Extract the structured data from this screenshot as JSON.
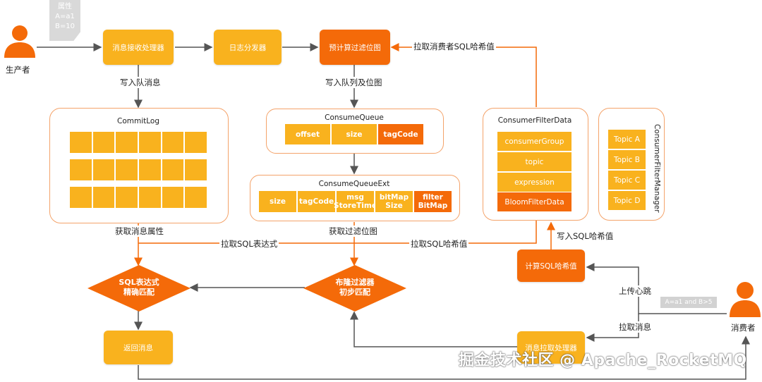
{
  "doc_note": {
    "line1": "属性",
    "line2": "A=a1",
    "line3": "B=10"
  },
  "producer": {
    "label": "生产者"
  },
  "consumer": {
    "label": "消费者"
  },
  "boxes": {
    "receiver": "消息接收处理器",
    "dispatcher": "日志分发器",
    "bitmap_precalc": "预计算过滤位图",
    "calc_hash": "计算SQL哈希值",
    "return_msg": "返回消息",
    "pull_processor": "消息拉取处理器"
  },
  "commitlog": {
    "title": "CommitLog"
  },
  "consume_queue": {
    "title": "ConsumeQueue",
    "cells": [
      "offset",
      "size",
      "tagCode"
    ]
  },
  "consume_queue_ext": {
    "title": "ConsumeQueueExt",
    "cells": [
      "size",
      "tagCode",
      "msg StoreTime",
      "bitMap Size",
      "filter BitMap"
    ]
  },
  "consumer_filter_data": {
    "title": "ConsumerFilterData",
    "items": [
      "consumerGroup",
      "topic",
      "expression",
      "BloomFilterData"
    ]
  },
  "consumer_filter_manager": {
    "title": "ConsumerFilterManager",
    "topics": [
      "Topic A",
      "Topic B",
      "Topic C",
      "Topic D"
    ]
  },
  "diamonds": {
    "sql_match": {
      "line1": "SQL表达式",
      "line2": "精确匹配"
    },
    "bloom_match": {
      "line1": "布隆过滤器",
      "line2": "初步匹配"
    }
  },
  "labels": {
    "write_queue_msg": "写入队消息",
    "write_queue_bitmap": "写入队列及位图",
    "pull_consumer_hash": "拉取消费者SQL哈希值",
    "get_msg_attr": "获取消息属性",
    "pull_sql_expr": "拉取SQL表达式",
    "get_filter_bitmap": "获取过滤位图",
    "pull_sql_hash": "拉取SQL哈希值",
    "write_sql_hash": "写入SQL哈希值",
    "upload_heartbeat": "上传心跳",
    "pull_msg": "拉取消息"
  },
  "filter_expression": "A=a1 and B>5",
  "watermark": "掘金技术社区 @ Apache_RocketMQ",
  "colors": {
    "yellow": "#f9b21e",
    "orange": "#f46a09",
    "panel_border": "#f4a36a",
    "arrow_gray": "#555555",
    "arrow_orange": "#f46a09"
  }
}
